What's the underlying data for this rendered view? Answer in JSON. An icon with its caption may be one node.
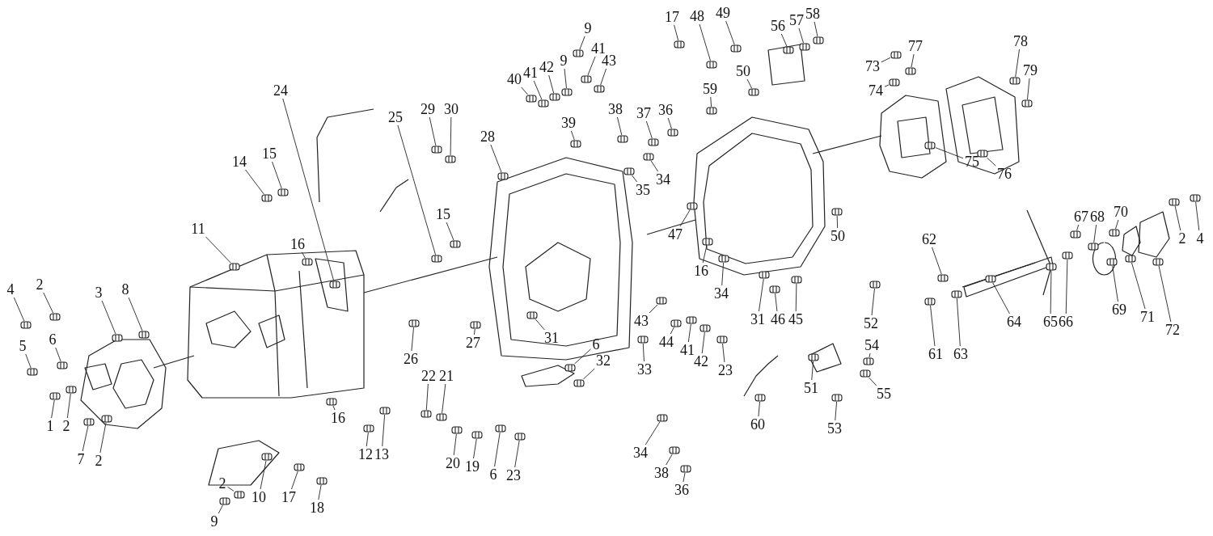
{
  "diagram": {
    "nodes": [
      {
        "text": [
          "4"
        ]
      },
      {
        "text": [
          "2"
        ]
      },
      {
        "text": [
          "3"
        ]
      },
      {
        "text": [
          "8"
        ]
      },
      {
        "text": [
          "5"
        ]
      },
      {
        "text": [
          "6"
        ]
      },
      {
        "text": [
          "1"
        ]
      },
      {
        "text": [
          "2"
        ]
      },
      {
        "text": [
          "7"
        ]
      },
      {
        "text": [
          "2"
        ]
      },
      {
        "text": [
          "11"
        ]
      },
      {
        "text": [
          "24"
        ]
      },
      {
        "text": [
          "14"
        ]
      },
      {
        "text": [
          "15"
        ]
      },
      {
        "text": [
          "16"
        ]
      },
      {
        "text": [
          "10"
        ]
      },
      {
        "text": [
          "2"
        ]
      },
      {
        "text": [
          "9"
        ]
      },
      {
        "text": [
          "17"
        ]
      },
      {
        "text": [
          "18"
        ]
      },
      {
        "text": [
          "16"
        ]
      },
      {
        "text": [
          "12"
        ]
      },
      {
        "text": [
          "13"
        ]
      },
      {
        "text": [
          "25"
        ]
      },
      {
        "text": [
          "29"
        ]
      },
      {
        "text": [
          "30"
        ]
      },
      {
        "text": [
          "26"
        ]
      },
      {
        "text": [
          "22"
        ]
      },
      {
        "text": [
          "21"
        ]
      },
      {
        "text": [
          "20"
        ]
      },
      {
        "text": [
          "19"
        ]
      },
      {
        "text": [
          "6"
        ]
      },
      {
        "text": [
          "23"
        ]
      },
      {
        "text": [
          "28"
        ]
      },
      {
        "text": [
          "15"
        ]
      },
      {
        "text": [
          "27"
        ]
      },
      {
        "text": [
          "31"
        ]
      },
      {
        "text": [
          "6"
        ]
      },
      {
        "text": [
          "32"
        ]
      },
      {
        "text": [
          "40"
        ]
      },
      {
        "text": [
          "41"
        ]
      },
      {
        "text": [
          "42"
        ]
      },
      {
        "text": [
          "9"
        ]
      },
      {
        "text": [
          "9"
        ]
      },
      {
        "text": [
          "41"
        ]
      },
      {
        "text": [
          "43"
        ]
      },
      {
        "text": [
          "39"
        ]
      },
      {
        "text": [
          "38"
        ]
      },
      {
        "text": [
          "37"
        ]
      },
      {
        "text": [
          "36"
        ]
      },
      {
        "text": [
          "35"
        ]
      },
      {
        "text": [
          "34"
        ]
      },
      {
        "text": [
          "43"
        ]
      },
      {
        "text": [
          "44"
        ]
      },
      {
        "text": [
          "41"
        ]
      },
      {
        "text": [
          "42"
        ]
      },
      {
        "text": [
          "23"
        ]
      },
      {
        "text": [
          "33"
        ]
      },
      {
        "text": [
          "34"
        ]
      },
      {
        "text": [
          "38"
        ]
      },
      {
        "text": [
          "36"
        ]
      },
      {
        "text": [
          "17"
        ]
      },
      {
        "text": [
          "48"
        ]
      },
      {
        "text": [
          "49"
        ]
      },
      {
        "text": [
          "50"
        ]
      },
      {
        "text": [
          "59"
        ]
      },
      {
        "text": [
          "56"
        ]
      },
      {
        "text": [
          "57"
        ]
      },
      {
        "text": [
          "58"
        ]
      },
      {
        "text": [
          "47"
        ]
      },
      {
        "text": [
          "16"
        ]
      },
      {
        "text": [
          "34"
        ]
      },
      {
        "text": [
          "31"
        ]
      },
      {
        "text": [
          "46"
        ]
      },
      {
        "text": [
          "45"
        ]
      },
      {
        "text": [
          "50"
        ]
      },
      {
        "text": [
          "52"
        ]
      },
      {
        "text": [
          "51"
        ]
      },
      {
        "text": [
          "60"
        ]
      },
      {
        "text": [
          "53"
        ]
      },
      {
        "text": [
          "54"
        ]
      },
      {
        "text": [
          "55"
        ]
      },
      {
        "text": [
          "73"
        ]
      },
      {
        "text": [
          "74"
        ]
      },
      {
        "text": [
          "77"
        ]
      },
      {
        "text": [
          "75"
        ]
      },
      {
        "text": [
          "76"
        ]
      },
      {
        "text": [
          "78"
        ]
      },
      {
        "text": [
          "79"
        ]
      },
      {
        "text": [
          "62"
        ]
      },
      {
        "text": [
          "61"
        ]
      },
      {
        "text": [
          "63"
        ]
      },
      {
        "text": [
          "64"
        ]
      },
      {
        "text": [
          "65"
        ]
      },
      {
        "text": [
          "66"
        ]
      },
      {
        "text": [
          "67"
        ]
      },
      {
        "text": [
          "68"
        ]
      },
      {
        "text": [
          "70"
        ]
      },
      {
        "text": [
          "69"
        ]
      },
      {
        "text": [
          "71"
        ]
      },
      {
        "text": [
          "72"
        ]
      },
      {
        "text": [
          "2"
        ]
      },
      {
        "text": [
          "4"
        ]
      },
      {
        "text": [],
        "shape": "picture"
      },
      {
        "text": [],
        "shape": "picture"
      },
      {
        "text": [],
        "shape": "picture"
      },
      {
        "text": [],
        "shape": "picture"
      },
      {
        "text": [],
        "shape": "picture"
      },
      {
        "text": [],
        "shape": "picture"
      },
      {
        "text": [],
        "shape": "picture"
      },
      {
        "text": [],
        "shape": "picture"
      },
      {
        "text": [],
        "shape": "picture"
      },
      {
        "text": [],
        "shape": "picture"
      },
      {
        "text": [],
        "shape": "picture"
      },
      {
        "text": [],
        "shape": "picture"
      },
      {
        "text": [],
        "shape": "picture"
      },
      {
        "text": [],
        "shape": "picture"
      },
      {
        "text": [],
        "shape": "picture"
      },
      {
        "text": [],
        "shape": "picture"
      },
      {
        "text": [],
        "shape": "picture"
      },
      {
        "text": [],
        "shape": "picture"
      },
      {
        "text": [],
        "shape": "picture"
      },
      {
        "text": [],
        "shape": "picture"
      },
      {
        "text": [],
        "shape": "picture"
      },
      {
        "text": [],
        "shape": "picture"
      },
      {
        "text": [],
        "shape": "picture"
      },
      {
        "text": [],
        "shape": "picture"
      },
      {
        "text": [],
        "shape": "picture"
      },
      {
        "text": [],
        "shape": "picture"
      },
      {
        "text": [],
        "shape": "picture"
      },
      {
        "text": [],
        "shape": "picture"
      },
      {
        "text": [],
        "shape": "picture"
      },
      {
        "text": [],
        "shape": "picture"
      },
      {
        "text": [],
        "shape": "picture"
      },
      {
        "text": [],
        "shape": "picture"
      },
      {
        "text": [],
        "shape": "picture"
      },
      {
        "text": [],
        "shape": "picture"
      },
      {
        "text": [],
        "shape": "picture"
      },
      {
        "text": [],
        "shape": "picture"
      },
      {
        "text": [],
        "shape": "picture"
      },
      {
        "text": [],
        "shape": "picture"
      },
      {
        "text": [],
        "shape": "picture"
      },
      {
        "text": [],
        "shape": "picture"
      },
      {
        "text": [],
        "shape": "picture"
      },
      {
        "text": [],
        "shape": "picture"
      },
      {
        "text": [],
        "shape": "picture"
      },
      {
        "text": [],
        "shape": "picture"
      },
      {
        "text": [],
        "shape": "picture"
      },
      {
        "text": [],
        "shape": "picture"
      },
      {
        "text": [],
        "shape": "picture"
      },
      {
        "text": [],
        "shape": "picture"
      },
      {
        "text": [],
        "shape": "picture"
      },
      {
        "text": [],
        "shape": "picture"
      },
      {
        "text": [],
        "shape": "picture"
      },
      {
        "text": [],
        "shape": "picture"
      },
      {
        "text": [],
        "shape": "picture"
      },
      {
        "text": [],
        "shape": "picture"
      },
      {
        "text": [],
        "shape": "picture"
      },
      {
        "text": [],
        "shape": "picture"
      },
      {
        "text": [],
        "shape": "picture"
      },
      {
        "text": [],
        "shape": "picture"
      },
      {
        "text": [],
        "shape": "picture"
      },
      {
        "text": [],
        "shape": "picture"
      },
      {
        "text": [],
        "shape": "picture"
      },
      {
        "text": [],
        "shape": "picture"
      },
      {
        "text": [],
        "shape": "picture"
      },
      {
        "text": [],
        "shape": "picture"
      },
      {
        "text": [],
        "shape": "picture"
      },
      {
        "text": [],
        "shape": "picture"
      },
      {
        "text": [],
        "shape": "picture"
      },
      {
        "text": [],
        "shape": "picture"
      },
      {
        "text": [],
        "shape": "picture"
      },
      {
        "text": [],
        "shape": "picture"
      },
      {
        "text": [],
        "shape": "picture"
      },
      {
        "text": [],
        "shape": "picture"
      },
      {
        "text": [],
        "shape": "picture"
      },
      {
        "text": [],
        "shape": "picture"
      },
      {
        "text": [],
        "shape": "picture"
      },
      {
        "text": [],
        "shape": "picture"
      },
      {
        "text": [],
        "shape": "picture"
      },
      {
        "text": [],
        "shape": "picture"
      },
      {
        "text": [],
        "shape": "picture"
      },
      {
        "text": [],
        "shape": "picture"
      },
      {
        "text": [],
        "shape": "picture"
      },
      {
        "text": [],
        "shape": "picture"
      },
      {
        "text": [],
        "shape": "picture"
      },
      {
        "text": [],
        "shape": "picture"
      },
      {
        "text": [],
        "shape": "picture"
      },
      {
        "text": [],
        "shape": "picture"
      },
      {
        "text": [],
        "shape": "picture"
      },
      {
        "text": [],
        "shape": "picture"
      },
      {
        "text": [],
        "shape": "picture"
      },
      {
        "text": [],
        "shape": "picture"
      },
      {
        "text": [],
        "shape": "picture"
      },
      {
        "text": [],
        "shape": "picture"
      },
      {
        "text": [],
        "shape": "picture"
      },
      {
        "text": [],
        "shape": "picture"
      },
      {
        "text": [],
        "shape": "picture"
      },
      {
        "text": [],
        "shape": "picture"
      },
      {
        "text": [],
        "shape": "picture"
      },
      {
        "text": [],
        "shape": "picture"
      },
      {
        "text": [],
        "shape": "picture"
      },
      {
        "text": [],
        "shape": "picture"
      },
      {
        "text": [],
        "shape": "picture"
      },
      {
        "text": [],
        "shape": "picture"
      },
      {
        "text": [],
        "shape": "picture"
      }
    ],
    "edges": [
      {
        "from": 0,
        "to": 103,
        "arrow": "none"
      },
      {
        "from": 1,
        "to": 104,
        "arrow": "none"
      },
      {
        "from": 2,
        "to": 105,
        "arrow": "none"
      },
      {
        "from": 3,
        "to": 106,
        "arrow": "none"
      },
      {
        "from": 4,
        "to": 107,
        "arrow": "none"
      },
      {
        "from": 5,
        "to": 108,
        "arrow": "none"
      },
      {
        "from": 6,
        "to": 109,
        "arrow": "none"
      },
      {
        "from": 7,
        "to": 110,
        "arrow": "none"
      },
      {
        "from": 8,
        "to": 111,
        "arrow": "none"
      },
      {
        "from": 9,
        "to": 112,
        "arrow": "none"
      },
      {
        "from": 10,
        "to": 113,
        "arrow": "none"
      },
      {
        "from": 11,
        "to": 114,
        "arrow": "none"
      },
      {
        "from": 12,
        "to": 115,
        "arrow": "none"
      },
      {
        "from": 13,
        "to": 116,
        "arrow": "none"
      },
      {
        "from": 14,
        "to": 117,
        "arrow": "none"
      },
      {
        "from": 15,
        "to": 118,
        "arrow": "none"
      },
      {
        "from": 16,
        "to": 119,
        "arrow": "none"
      },
      {
        "from": 17,
        "to": 120,
        "arrow": "none"
      },
      {
        "from": 18,
        "to": 121,
        "arrow": "none"
      },
      {
        "from": 19,
        "to": 122,
        "arrow": "none"
      },
      {
        "from": 20,
        "to": 123,
        "arrow": "none"
      },
      {
        "from": 21,
        "to": 124,
        "arrow": "none"
      },
      {
        "from": 22,
        "to": 125,
        "arrow": "none"
      },
      {
        "from": 23,
        "to": 126,
        "arrow": "none"
      },
      {
        "from": 24,
        "to": 127,
        "arrow": "none"
      },
      {
        "from": 25,
        "to": 128,
        "arrow": "none"
      },
      {
        "from": 26,
        "to": 129,
        "arrow": "none"
      },
      {
        "from": 27,
        "to": 130,
        "arrow": "none"
      },
      {
        "from": 28,
        "to": 131,
        "arrow": "none"
      },
      {
        "from": 29,
        "to": 132,
        "arrow": "none"
      },
      {
        "from": 30,
        "to": 133,
        "arrow": "none"
      },
      {
        "from": 31,
        "to": 134,
        "arrow": "none"
      },
      {
        "from": 32,
        "to": 135,
        "arrow": "none"
      },
      {
        "from": 33,
        "to": 136,
        "arrow": "none"
      },
      {
        "from": 34,
        "to": 137,
        "arrow": "none"
      },
      {
        "from": 35,
        "to": 138,
        "arrow": "none"
      },
      {
        "from": 36,
        "to": 139,
        "arrow": "none"
      },
      {
        "from": 37,
        "to": 140,
        "arrow": "none"
      },
      {
        "from": 38,
        "to": 141,
        "arrow": "none"
      },
      {
        "from": 39,
        "to": 142,
        "arrow": "none"
      },
      {
        "from": 40,
        "to": 143,
        "arrow": "none"
      },
      {
        "from": 41,
        "to": 144,
        "arrow": "none"
      },
      {
        "from": 42,
        "to": 145,
        "arrow": "none"
      },
      {
        "from": 43,
        "to": 146,
        "arrow": "none"
      },
      {
        "from": 44,
        "to": 147,
        "arrow": "none"
      },
      {
        "from": 45,
        "to": 148,
        "arrow": "none"
      },
      {
        "from": 46,
        "to": 149,
        "arrow": "none"
      },
      {
        "from": 47,
        "to": 150,
        "arrow": "none"
      },
      {
        "from": 48,
        "to": 151,
        "arrow": "none"
      },
      {
        "from": 49,
        "to": 152,
        "arrow": "none"
      },
      {
        "from": 50,
        "to": 153,
        "arrow": "none"
      },
      {
        "from": 51,
        "to": 154,
        "arrow": "none"
      },
      {
        "from": 52,
        "to": 155,
        "arrow": "none"
      },
      {
        "from": 53,
        "to": 156,
        "arrow": "none"
      },
      {
        "from": 54,
        "to": 157,
        "arrow": "none"
      },
      {
        "from": 55,
        "to": 158,
        "arrow": "none"
      },
      {
        "from": 56,
        "to": 159,
        "arrow": "none"
      },
      {
        "from": 57,
        "to": 160,
        "arrow": "none"
      },
      {
        "from": 58,
        "to": 161,
        "arrow": "none"
      },
      {
        "from": 59,
        "to": 162,
        "arrow": "none"
      },
      {
        "from": 60,
        "to": 163,
        "arrow": "none"
      },
      {
        "from": 61,
        "to": 164,
        "arrow": "none"
      },
      {
        "from": 62,
        "to": 165,
        "arrow": "none"
      },
      {
        "from": 63,
        "to": 166,
        "arrow": "none"
      },
      {
        "from": 64,
        "to": 167,
        "arrow": "none"
      },
      {
        "from": 65,
        "to": 168,
        "arrow": "none"
      },
      {
        "from": 66,
        "to": 169,
        "arrow": "none"
      },
      {
        "from": 67,
        "to": 170,
        "arrow": "none"
      },
      {
        "from": 68,
        "to": 171,
        "arrow": "none"
      },
      {
        "from": 69,
        "to": 172,
        "arrow": "none"
      },
      {
        "from": 70,
        "to": 173,
        "arrow": "none"
      },
      {
        "from": 71,
        "to": 174,
        "arrow": "none"
      },
      {
        "from": 72,
        "to": 175,
        "arrow": "none"
      },
      {
        "from": 73,
        "to": 176,
        "arrow": "none"
      },
      {
        "from": 74,
        "to": 177,
        "arrow": "none"
      },
      {
        "from": 75,
        "to": 178,
        "arrow": "none"
      },
      {
        "from": 76,
        "to": 179,
        "arrow": "none"
      },
      {
        "from": 77,
        "to": 180,
        "arrow": "none"
      },
      {
        "from": 78,
        "to": 181,
        "arrow": "none"
      },
      {
        "from": 79,
        "to": 182,
        "arrow": "none"
      },
      {
        "from": 80,
        "to": 183,
        "arrow": "none"
      },
      {
        "from": 81,
        "to": 184,
        "arrow": "none"
      },
      {
        "from": 82,
        "to": 185,
        "arrow": "none"
      },
      {
        "from": 83,
        "to": 186,
        "arrow": "none"
      },
      {
        "from": 84,
        "to": 187,
        "arrow": "none"
      },
      {
        "from": 85,
        "to": 188,
        "arrow": "none"
      },
      {
        "from": 86,
        "to": 189,
        "arrow": "none"
      },
      {
        "from": 87,
        "to": 190,
        "arrow": "none"
      },
      {
        "from": 88,
        "to": 191,
        "arrow": "none"
      },
      {
        "from": 89,
        "to": 192,
        "arrow": "none"
      },
      {
        "from": 90,
        "to": 193,
        "arrow": "none"
      },
      {
        "from": 91,
        "to": 194,
        "arrow": "none"
      },
      {
        "from": 92,
        "to": 195,
        "arrow": "none"
      },
      {
        "from": 93,
        "to": 196,
        "arrow": "none"
      },
      {
        "from": 94,
        "to": 197,
        "arrow": "none"
      },
      {
        "from": 95,
        "to": 198,
        "arrow": "none"
      },
      {
        "from": 96,
        "to": 199,
        "arrow": "none"
      },
      {
        "from": 97,
        "to": 200,
        "arrow": "none"
      },
      {
        "from": 98,
        "to": 201,
        "arrow": "none"
      },
      {
        "from": 99,
        "to": 202,
        "arrow": "none"
      },
      {
        "from": 100,
        "to": 203,
        "arrow": "none"
      },
      {
        "from": 101,
        "to": 204,
        "arrow": "none"
      },
      {
        "from": 102,
        "to": 205,
        "arrow": "none"
      }
    ]
  }
}
